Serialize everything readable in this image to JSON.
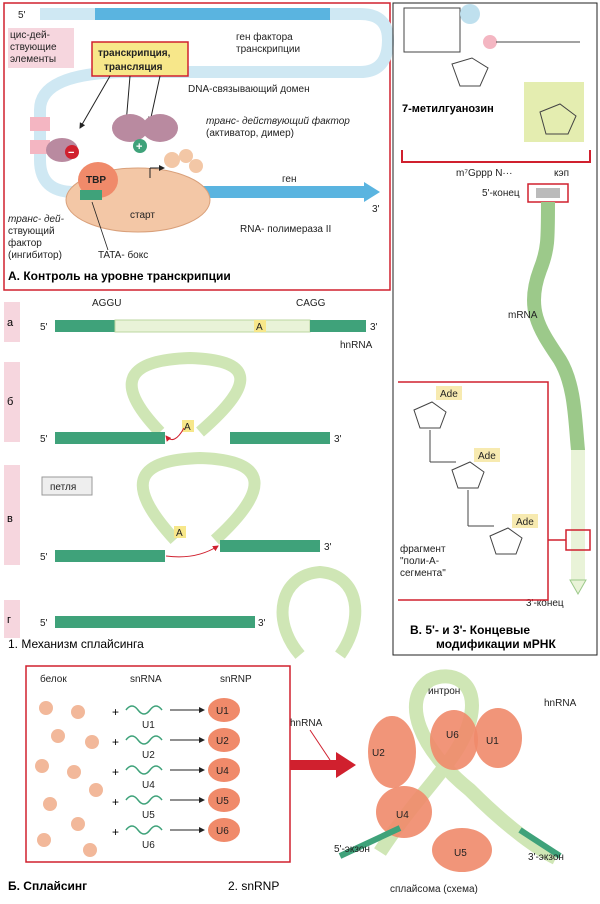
{
  "panel_a": {
    "title": "А. Контроль на уровне транскрипции",
    "five_prime": "5'",
    "three_prime": "3'",
    "gene_factor": [
      "ген фактора",
      "транскрипции"
    ],
    "transcription_box": [
      "транскрипция,",
      "трансляция"
    ],
    "cis_elements": [
      "цис-дей-",
      "ствующие",
      "элементы"
    ],
    "dna_binding": "DNA-связывающий домен",
    "trans_factor_activator": [
      "транс- действующий фактор",
      "(активатор, димер)"
    ],
    "tbp": "TBP",
    "gene": "ген",
    "start": "старт",
    "trans_factor_inhibitor": [
      "транс- дей-",
      "ствующий",
      "фактор",
      "(ингибитор)"
    ],
    "tata_box": "TATA- бокс",
    "rna_pol": "RNA- полимераза II",
    "minus": "−",
    "plus": "+"
  },
  "panel_b_splicing": {
    "rows": [
      "а",
      "б",
      "в",
      "г"
    ],
    "aggu": "AGGU",
    "cagg": "CAGG",
    "hnrna": "hnRNA",
    "branch": "A",
    "loop": "петля",
    "caption": "1. Механизм сплайсинга",
    "five_prime": "5'",
    "three_prime": "3'"
  },
  "panel_v": {
    "methylguanosine": "7-метилгуанозин",
    "cap_formula": "m⁷Gppp N···",
    "cap": "кэп",
    "five_end": "5'-конец",
    "mrna": "mRNA",
    "ade": "Ade",
    "fragment": [
      "фрагмент",
      "\"поли-А-",
      "сегмента\""
    ],
    "three_end": "3'-конец",
    "title": [
      "В. 5'- и 3'- Концевые",
      "модификации мРНК"
    ]
  },
  "panel_b_snrnp": {
    "protein": "белок",
    "snrna": "snRNA",
    "snrnp": "snRNP",
    "units": [
      "U1",
      "U2",
      "U4",
      "U5",
      "U6"
    ],
    "hnrna": "hnRNA",
    "intron": "интрон",
    "exon5": "5'-экзон",
    "exon3": "3'-экзон",
    "spliceosome": "сплайсома (схема)",
    "title": "Б. Сплайсинг",
    "caption": "2. snRNP",
    "spliceosome_units": [
      "U2",
      "U6",
      "U1",
      "U4",
      "U5"
    ],
    "plus": "+"
  },
  "colors": {
    "dna_blue": "#cfe8f3",
    "gene_blue": "#5ab4e0",
    "exon_green": "#3fa27a",
    "intron_green": "#e9f3d8",
    "salmon": "#f2b89a",
    "mauve": "#b98aa0",
    "red": "#d0202e",
    "pink_label": "#f6d6de",
    "yellow": "#f7e78a"
  }
}
